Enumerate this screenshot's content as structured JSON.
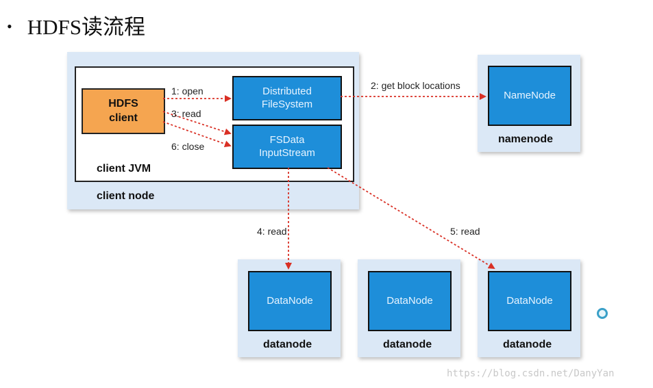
{
  "slide": {
    "bullet": "•",
    "title": "HDFS读流程"
  },
  "client_node": {
    "label": "client node",
    "jvm_label": "client JVM",
    "hdfs_client": [
      "HDFS",
      "client"
    ],
    "distributed_fs": [
      "Distributed",
      "FileSystem"
    ],
    "fsdata_inputstream": [
      "FSData",
      "InputStream"
    ]
  },
  "namenode": {
    "box_label": "NameNode",
    "panel_label": "namenode"
  },
  "datanodes": [
    {
      "box_label": "DataNode",
      "panel_label": "datanode"
    },
    {
      "box_label": "DataNode",
      "panel_label": "datanode"
    },
    {
      "box_label": "DataNode",
      "panel_label": "datanode"
    }
  ],
  "edges": {
    "open": "1: open",
    "get_block_locations": "2: get block locations",
    "read_client": "3: read",
    "read_dn1": "4: read",
    "read_dn3": "5: read",
    "close": "6: close"
  },
  "colors": {
    "panel": "#dbe8f6",
    "node_blue": "#1e8ed9",
    "client_orange": "#f5a550",
    "arrow_red": "#d93025"
  },
  "watermark": "https://blog.csdn.net/DanyYan"
}
